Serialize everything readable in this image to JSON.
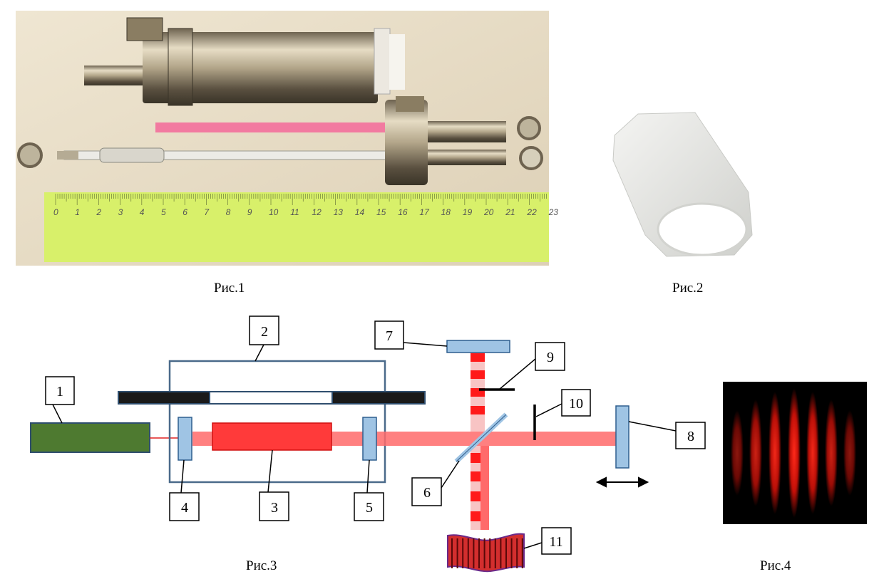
{
  "captions": {
    "fig1": "Рис.1",
    "fig2": "Рис.2",
    "fig3": "Рис.3",
    "fig4": "Рис.4"
  },
  "ruler_numbers": [
    "0",
    "1",
    "2",
    "3",
    "4",
    "5",
    "6",
    "7",
    "8",
    "9",
    "10",
    "11",
    "12",
    "13",
    "14",
    "15",
    "16",
    "17",
    "18",
    "19",
    "20",
    "21",
    "22",
    "23"
  ],
  "callouts": {
    "c1": "1",
    "c2": "2",
    "c3": "3",
    "c4": "4",
    "c5": "5",
    "c6": "6",
    "c7": "7",
    "c8": "8",
    "c9": "9",
    "c10": "10",
    "c11": "11"
  },
  "colors": {
    "housing": "#4a6a8a",
    "laser_source": "#4e7a30",
    "beam": "#ff4040",
    "mirror": "#9fc4e4",
    "electrode": "#1a1a1a",
    "ruler": "#d8f06a"
  }
}
